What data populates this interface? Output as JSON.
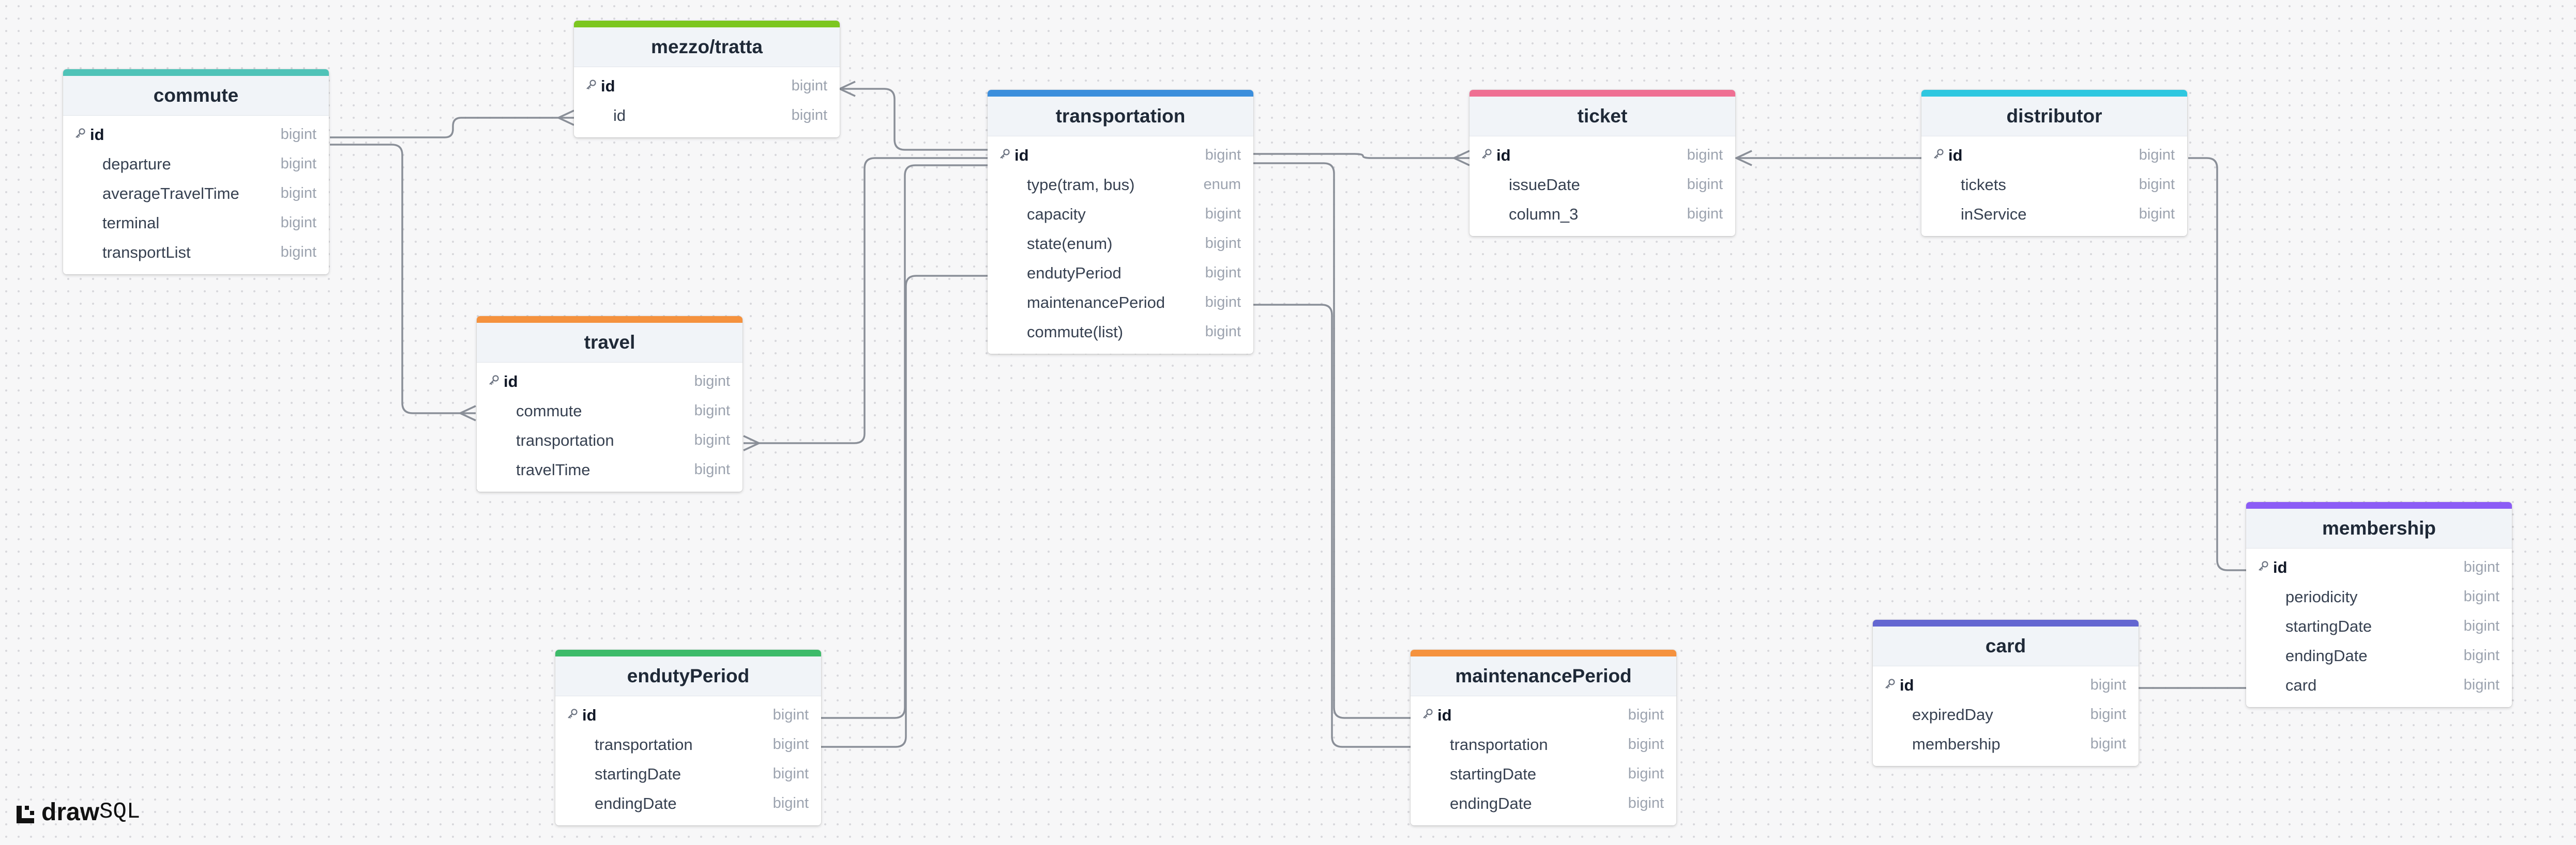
{
  "app": {
    "logo_bold": "draw",
    "logo_light": "SQL"
  },
  "tables": {
    "commute": {
      "title": "commute",
      "color": "#4fc3b8",
      "rows": [
        {
          "name": "id",
          "type": "bigint",
          "pk": true
        },
        {
          "name": "departure",
          "type": "bigint"
        },
        {
          "name": "averageTravelTime",
          "type": "bigint"
        },
        {
          "name": "terminal",
          "type": "bigint"
        },
        {
          "name": "transportList",
          "type": "bigint"
        }
      ]
    },
    "mezzo": {
      "title": "mezzo/tratta",
      "color": "#7cc61f",
      "rows": [
        {
          "name": "id",
          "type": "bigint",
          "pk": true
        },
        {
          "name": "id",
          "type": "bigint"
        }
      ]
    },
    "transportation": {
      "title": "transportation",
      "color": "#3b8edc",
      "rows": [
        {
          "name": "id",
          "type": "bigint",
          "pk": true
        },
        {
          "name": "type(tram, bus)",
          "type": "enum"
        },
        {
          "name": "capacity",
          "type": "bigint"
        },
        {
          "name": "state(enum)",
          "type": "bigint"
        },
        {
          "name": "endutyPeriod",
          "type": "bigint"
        },
        {
          "name": "maintenancePeriod",
          "type": "bigint"
        },
        {
          "name": "commute(list)",
          "type": "bigint"
        }
      ]
    },
    "ticket": {
      "title": "ticket",
      "color": "#ef6f93",
      "rows": [
        {
          "name": "id",
          "type": "bigint",
          "pk": true
        },
        {
          "name": "issueDate",
          "type": "bigint"
        },
        {
          "name": "column_3",
          "type": "bigint"
        }
      ]
    },
    "distributor": {
      "title": "distributor",
      "color": "#2ec7e0",
      "rows": [
        {
          "name": "id",
          "type": "bigint",
          "pk": true
        },
        {
          "name": "tickets",
          "type": "bigint"
        },
        {
          "name": "inService",
          "type": "bigint"
        }
      ]
    },
    "travel": {
      "title": "travel",
      "color": "#f5923e",
      "rows": [
        {
          "name": "id",
          "type": "bigint",
          "pk": true
        },
        {
          "name": "commute",
          "type": "bigint"
        },
        {
          "name": "transportation",
          "type": "bigint"
        },
        {
          "name": "travelTime",
          "type": "bigint"
        }
      ]
    },
    "membership": {
      "title": "membership",
      "color": "#8b5cf6",
      "rows": [
        {
          "name": "id",
          "type": "bigint",
          "pk": true
        },
        {
          "name": "periodicity",
          "type": "bigint"
        },
        {
          "name": "startingDate",
          "type": "bigint"
        },
        {
          "name": "endingDate",
          "type": "bigint"
        },
        {
          "name": "card",
          "type": "bigint"
        }
      ]
    },
    "card": {
      "title": "card",
      "color": "#6366d1",
      "rows": [
        {
          "name": "id",
          "type": "bigint",
          "pk": true
        },
        {
          "name": "expiredDay",
          "type": "bigint"
        },
        {
          "name": "membership",
          "type": "bigint"
        }
      ]
    },
    "endutyPeriod": {
      "title": "endutyPeriod",
      "color": "#3dbb6a",
      "rows": [
        {
          "name": "id",
          "type": "bigint",
          "pk": true
        },
        {
          "name": "transportation",
          "type": "bigint"
        },
        {
          "name": "startingDate",
          "type": "bigint"
        },
        {
          "name": "endingDate",
          "type": "bigint"
        }
      ]
    },
    "maintenancePeriod": {
      "title": "maintenancePeriod",
      "color": "#f5923e",
      "rows": [
        {
          "name": "id",
          "type": "bigint",
          "pk": true
        },
        {
          "name": "transportation",
          "type": "bigint"
        },
        {
          "name": "startingDate",
          "type": "bigint"
        },
        {
          "name": "endingDate",
          "type": "bigint"
        }
      ]
    }
  }
}
